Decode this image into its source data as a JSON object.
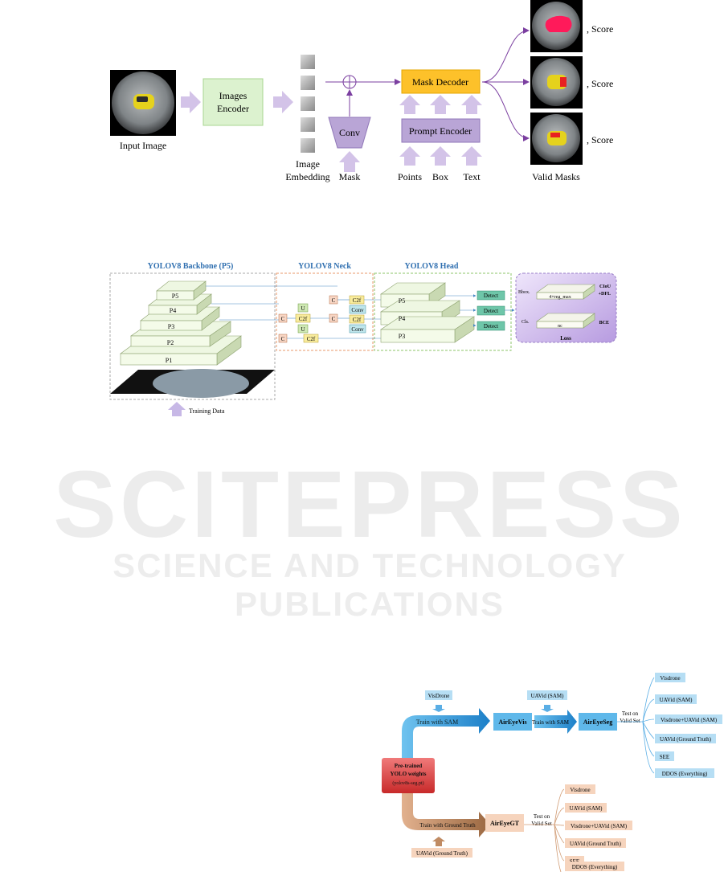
{
  "watermark": {
    "main": "SCITEPRESS",
    "sub": "SCIENCE AND TECHNOLOGY PUBLICATIONS"
  },
  "fig_sam": {
    "input_label": "Input Image",
    "encoder_line1": "Images",
    "encoder_line2": "Encoder",
    "embedding_line1": "Image",
    "embedding_line2": "Embedding",
    "conv": "Conv",
    "mask": "Mask",
    "mask_decoder": "Mask Decoder",
    "prompt_encoder": "Prompt Encoder",
    "points": "Points",
    "box": "Box",
    "text": "Text",
    "valid_masks": "Valid Masks",
    "score": ", Score"
  },
  "fig_yolo": {
    "backbone_title": "YOLOV8 Backbone (P5)",
    "neck_title": "YOLOV8 Neck",
    "head_title": "YOLOV8 Head",
    "levels": [
      "P5",
      "P4",
      "P3",
      "P2",
      "P1"
    ],
    "head_levels": [
      "P5",
      "P4",
      "P3"
    ],
    "c": "C",
    "u": "U",
    "c2f": "C2f",
    "conv": "Conv",
    "detect": "Detect",
    "bbox": "Bbox.",
    "cls": "Cls.",
    "reg": "4×reg_max",
    "nc": "nc",
    "ciou": "CIoU",
    "dfl": "+DFL",
    "bce": "BCE",
    "loss": "Loss",
    "training_data": "Training Data"
  },
  "fig_flow": {
    "pretrained_line1": "Pre-trained",
    "pretrained_line2": "YOLO weights",
    "pretrained_line3": "(yolov8s-seg.pt)",
    "visdrone": "VisDrone",
    "train_sam": "Train with SAM",
    "airEyeVis": "AirEyeVis",
    "uavid_sam": "UAVid (SAM)",
    "airEyeSeg": "AirEyeSeg",
    "test_line1": "Test on",
    "test_line2": "Valid Set",
    "train_gt": "Train with Ground Truth",
    "airEyeGT": "AirEyeGT",
    "uavid_gt": "UAVid (Ground Truth)",
    "test_sets": [
      "Visdrone",
      "UAVid (SAM)",
      "Visdrone+UAVid (SAM)",
      "UAVid (Ground Truth)",
      "SEE",
      "DDOS (Everything)"
    ]
  },
  "colors": {
    "purple_arrow": "#d3c3e8",
    "encoder_green": "#dcf2cf",
    "decoder_orange": "#fdc12a",
    "prompt_purple": "#b9a5d6",
    "flow_blue": "#1c95d8",
    "flow_light_blue": "#b6def4",
    "flow_tan": "#c08b63",
    "flow_light_tan": "#f6d4bd",
    "pretrained_red": "#d93b3b"
  }
}
